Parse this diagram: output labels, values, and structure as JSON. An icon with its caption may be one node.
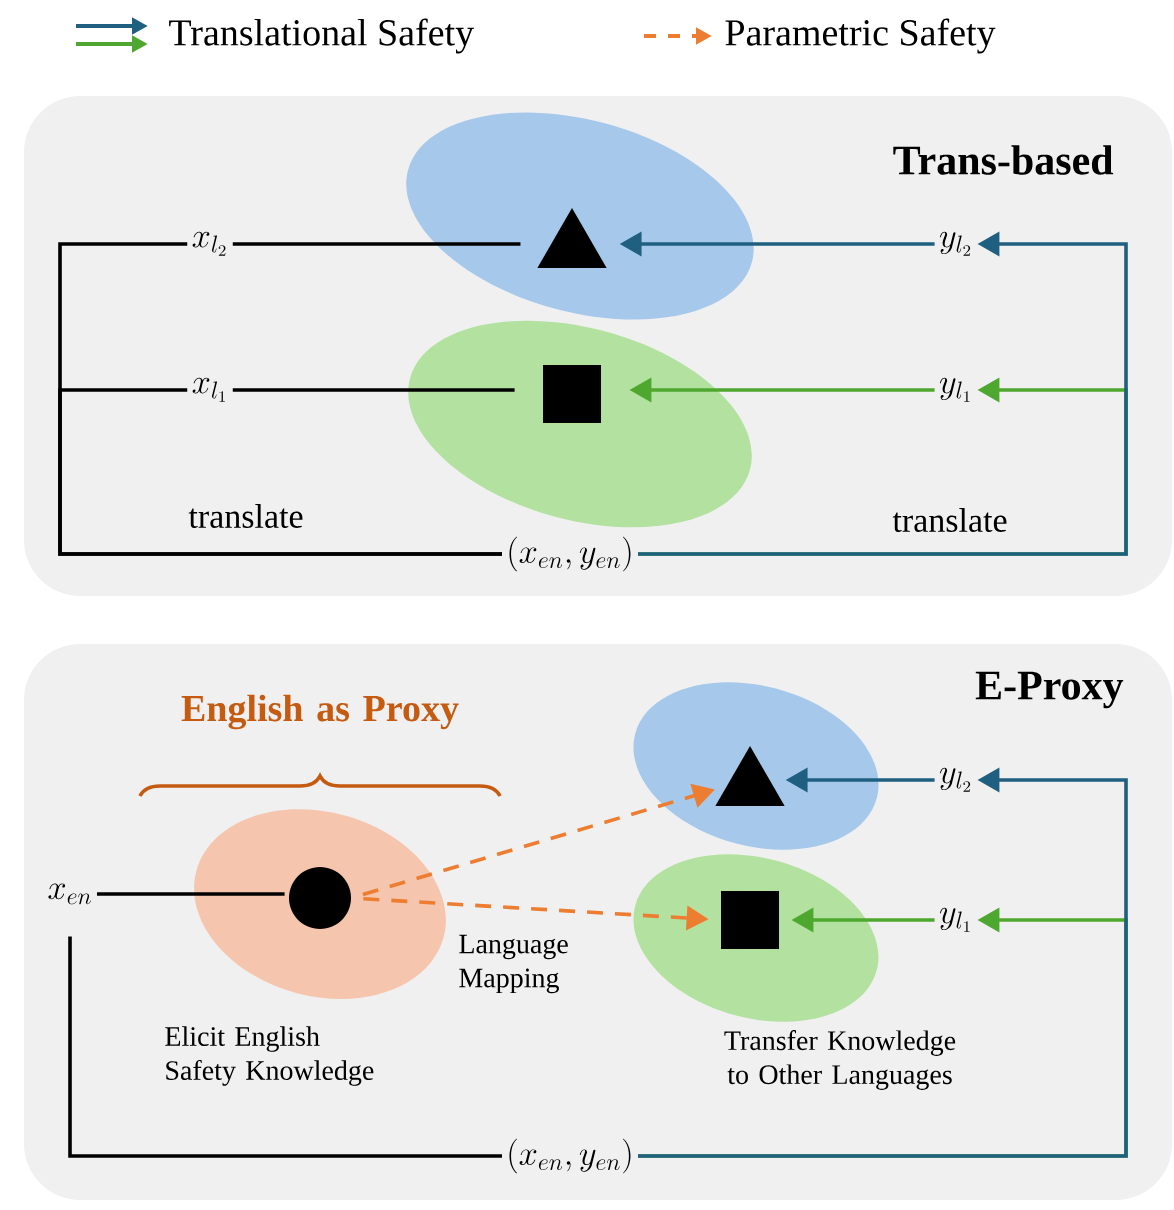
{
  "diagram": {
    "nodes": [
      {
        "text": [
          "Trans-based"
        ]
      },
      {
        "text": [],
        "shape": "ellipse",
        "in": 0
      },
      {
        "text": [],
        "shape": "triangle",
        "in": 1
      },
      {
        "text": [],
        "shape": "ellipse",
        "in": 0
      },
      {
        "text": [],
        "shape": "square",
        "in": 3
      },
      {
        "text": [
          "x_{l_2}"
        ],
        "in": 0
      },
      {
        "text": [
          "x_{l_1}"
        ],
        "in": 0
      },
      {
        "text": [
          "y_{l_2}"
        ],
        "in": 0
      },
      {
        "text": [
          "y_{l_1}"
        ],
        "in": 0
      },
      {
        "text": [
          "(x_{en}, y_{en})"
        ],
        "in": 0
      },
      {
        "text": [
          "E-Proxy"
        ]
      },
      {
        "text": [],
        "shape": "ellipse",
        "in": 10,
        "beside": [
          "Elicit English Safety Knowledge"
        ]
      },
      {
        "text": [],
        "shape": "circle",
        "in": 11
      },
      {
        "text": [],
        "shape": "ellipse",
        "in": 10
      },
      {
        "text": [],
        "shape": "triangle",
        "in": 13
      },
      {
        "text": [],
        "shape": "ellipse",
        "in": 10
      },
      {
        "text": [],
        "shape": "square",
        "in": 15
      },
      {
        "text": [
          "x_{en}"
        ],
        "in": 10
      },
      {
        "text": [
          "y_{l_2}"
        ],
        "in": 10
      },
      {
        "text": [
          "y_{l_1}"
        ],
        "in": 10
      },
      {
        "text": [
          "(x_{en}, y_{en})"
        ],
        "in": 10
      }
    ],
    "edges": [
      {
        "from": 5,
        "to": 2,
        "arrow": "none"
      },
      {
        "from": 6,
        "to": 4,
        "arrow": "none"
      },
      {
        "from": 7,
        "to": 2,
        "arrow": "to",
        "color": "#1f5f80"
      },
      {
        "from": 8,
        "to": 4,
        "arrow": "to",
        "color": "#4ea72e"
      },
      {
        "from": 9,
        "to": 5,
        "arrow": "none",
        "label": "translate"
      },
      {
        "from": 9,
        "to": 6,
        "arrow": "none"
      },
      {
        "from": 9,
        "to": 7,
        "arrow": "to",
        "color": "#1f5f80",
        "label": "translate"
      },
      {
        "from": 9,
        "to": 8,
        "arrow": "to",
        "color": "#4ea72e"
      },
      {
        "from": 17,
        "to": 12,
        "arrow": "none"
      },
      {
        "from": 12,
        "to": 14,
        "arrow": "to",
        "style": "dashed",
        "color": "#ed7d31"
      },
      {
        "from": 12,
        "to": 16,
        "arrow": "to",
        "style": "dashed",
        "color": "#ed7d31",
        "label": "Language Mapping"
      },
      {
        "from": 18,
        "to": 14,
        "arrow": "to",
        "color": "#1f5f80"
      },
      {
        "from": 19,
        "to": 16,
        "arrow": "to",
        "color": "#4ea72e"
      },
      {
        "from": 20,
        "to": 17,
        "arrow": "none"
      },
      {
        "from": 20,
        "to": 18,
        "arrow": "to",
        "color": "#1f5f80"
      },
      {
        "from": 20,
        "to": 19,
        "arrow": "to",
        "color": "#4ea72e"
      }
    ],
    "labels": [
      "English as Proxy",
      "Transfer Knowledge to Other Languages"
    ],
    "legend": [
      {
        "text": "Translational Safety"
      },
      {
        "text": "Parametric Safety"
      }
    ]
  }
}
